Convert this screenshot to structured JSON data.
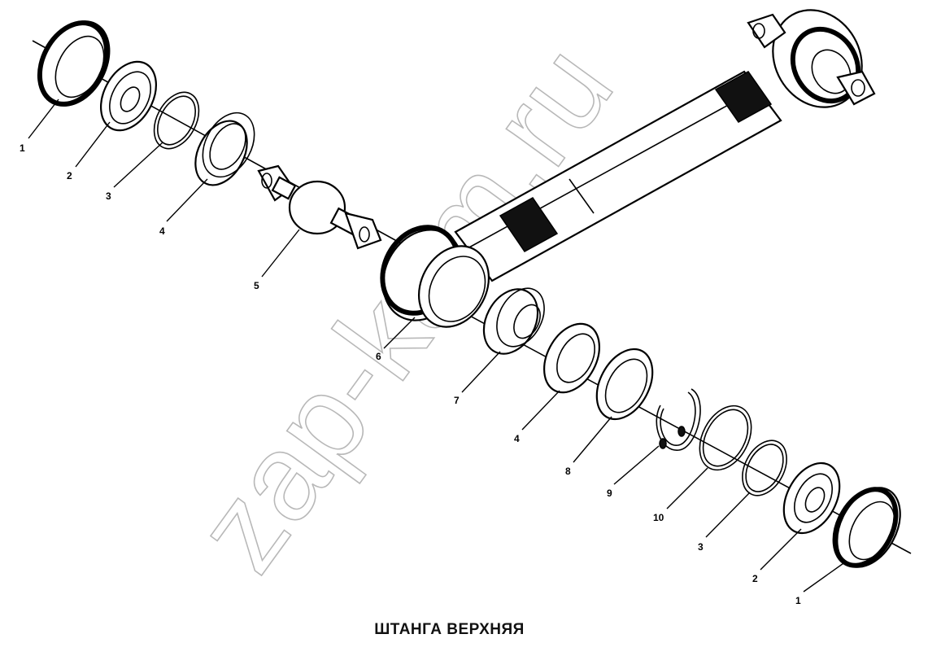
{
  "title": "ШТАНГА ВЕРХНЯЯ",
  "watermark": "zap-kam.ru",
  "callouts": [
    "1",
    "2",
    "3",
    "4",
    "5",
    "6",
    "7",
    "4",
    "8",
    "9",
    "10",
    "3",
    "2",
    "1"
  ]
}
